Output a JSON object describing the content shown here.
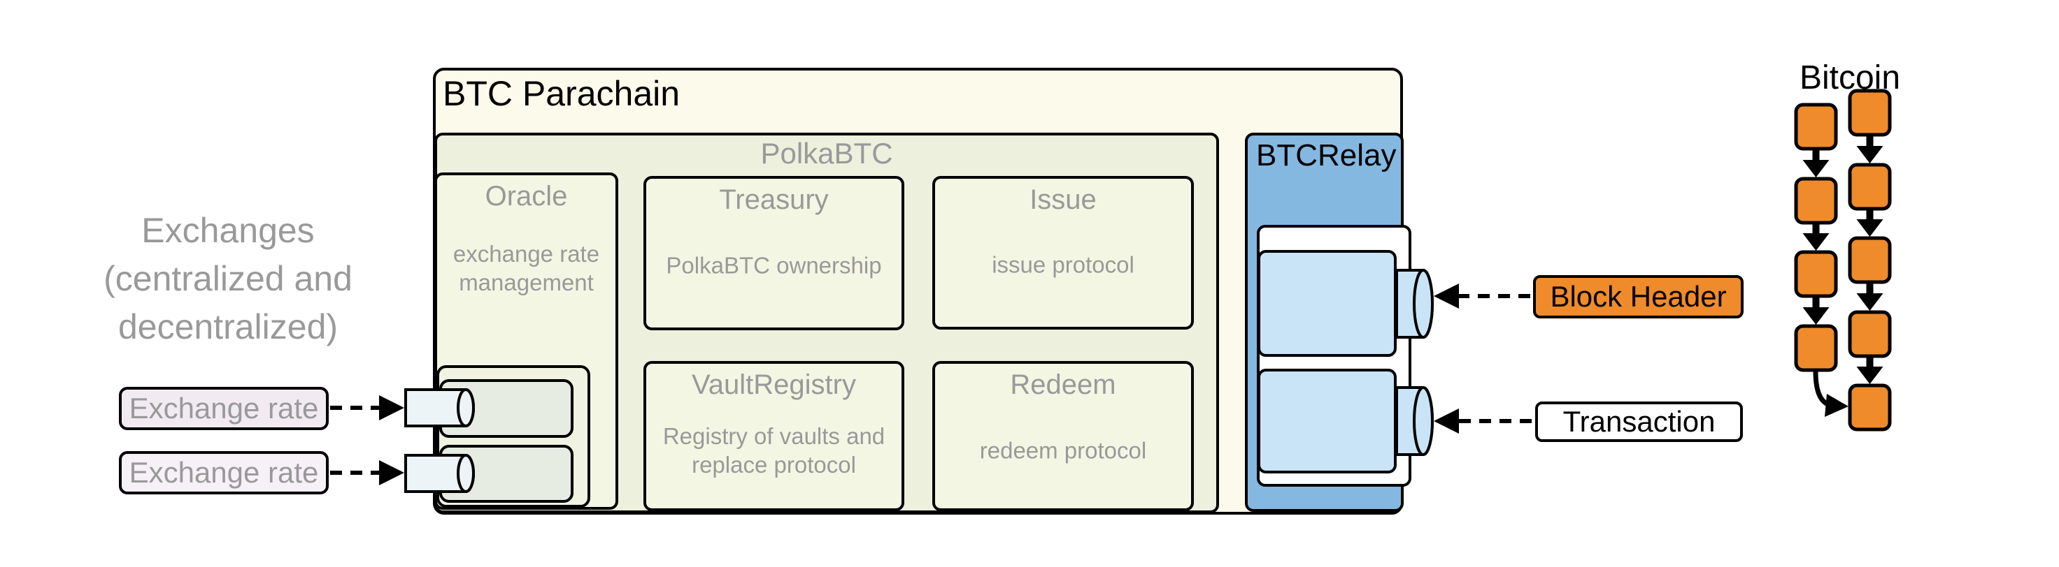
{
  "diagram": {
    "exchanges": {
      "caption_lines": [
        "Exchanges",
        "(centralized and",
        "decentralized)"
      ],
      "rate_feeds": [
        {
          "label": "Exchange rate"
        },
        {
          "label": "Exchange rate"
        }
      ]
    },
    "btc_parachain": {
      "title": "BTC Parachain",
      "polkabtc": {
        "label": "PolkaBTC",
        "modules": {
          "oracle": {
            "title": "Oracle",
            "description": "exchange rate management"
          },
          "treasury": {
            "title": "Treasury",
            "description": "PolkaBTC ownership"
          },
          "issue": {
            "title": "Issue",
            "description": "issue protocol"
          },
          "vault_registry": {
            "title": "VaultRegistry",
            "description": "Registry of vaults and replace protocol"
          },
          "redeem": {
            "title": "Redeem",
            "description": "redeem protocol"
          }
        }
      },
      "btc_relay": {
        "label": "BTCRelay"
      }
    },
    "relay_inputs": {
      "block_header": {
        "label": "Block Header"
      },
      "transaction": {
        "label": "Transaction"
      }
    },
    "bitcoin": {
      "title": "Bitcoin",
      "main_chain_blocks": 5,
      "fork_blocks": 4
    },
    "colors": {
      "parachain_fill": "#fcfaeb",
      "polkabtc_fill": "#edf0dd",
      "module_fill": "#f4f6e4",
      "btcrelay_fill": "#85b8e1",
      "relay_storage_fill": "#c9e4f6",
      "bitcoin_orange": "#ef8b2a",
      "exchange_rate_fill": "#f2eaf1",
      "muted_text": "#999999"
    }
  }
}
